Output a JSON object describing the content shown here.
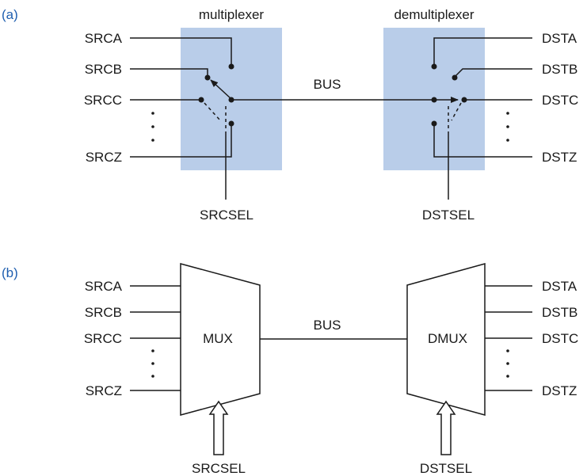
{
  "part_a": {
    "tag": "(a)",
    "mux_title": "multiplexer",
    "demux_title": "demultiplexer",
    "bus_label": "BUS",
    "sources": [
      "SRCA",
      "SRCB",
      "SRCC",
      "SRCZ"
    ],
    "destinations": [
      "DSTA",
      "DSTB",
      "DSTC",
      "DSTZ"
    ],
    "src_select": "SRCSEL",
    "dst_select": "DSTSEL"
  },
  "part_b": {
    "tag": "(b)",
    "mux_label": "MUX",
    "demux_label": "DMUX",
    "bus_label": "BUS",
    "sources": [
      "SRCA",
      "SRCB",
      "SRCC",
      "SRCZ"
    ],
    "destinations": [
      "DSTA",
      "DSTB",
      "DSTC",
      "DSTZ"
    ],
    "src_select": "SRCSEL",
    "dst_select": "DSTSEL"
  },
  "colors": {
    "highlight_box": "#b9cde9",
    "tag_color": "#1f5fb0",
    "line_color": "#1a1a1a"
  }
}
